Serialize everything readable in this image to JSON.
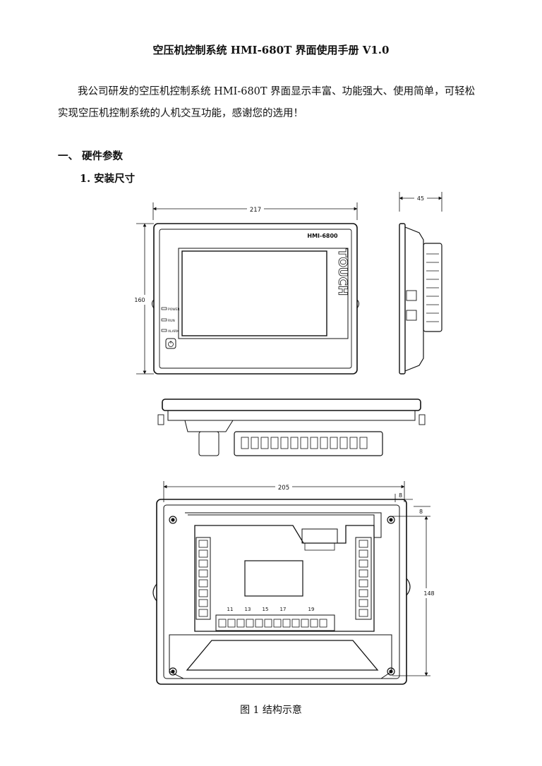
{
  "doc": {
    "title": "空压机控制系统 HMI-680T 界面使用手册 V1.0",
    "intro_line1": "我公司研发的空压机控制系统 HMI-680T 界面显示丰富、功能强大、使用简单，可轻松",
    "intro_line2": "实现空压机控制系统的人机交互功能，感谢您的选用！",
    "section1": "一、 硬件参数",
    "subsection1": "1.  安装尺寸",
    "caption": "图 1   结构示意"
  },
  "drawing": {
    "front": {
      "width_dim": "217",
      "height_dim": "160",
      "model_label": "HMI-6800",
      "touch_label": "TOUCH",
      "led_power": "POWER",
      "led_run": "RUN",
      "led_alarm": "ALARM"
    },
    "side": {
      "depth_dim": "45"
    },
    "back": {
      "width_dim": "205",
      "margin_dim_h": "8",
      "margin_dim_v": "8",
      "height_dim": "148",
      "pin_numbers": [
        "11",
        "13",
        "15",
        "17",
        "19"
      ]
    }
  }
}
